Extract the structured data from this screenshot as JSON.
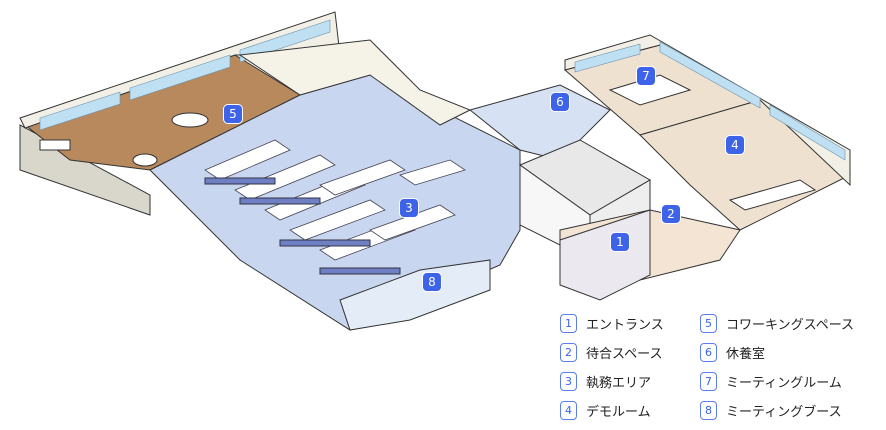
{
  "colors": {
    "badge": "#3d63e8",
    "wood_floor": "#b8895c",
    "office_floor": "#c9d6ef",
    "room_floor": "#efe1d0",
    "wall": "#f2f0e6",
    "window": "#bfe0f3"
  },
  "areas": [
    {
      "num": "1",
      "label": "エントランス"
    },
    {
      "num": "2",
      "label": "待合スペース"
    },
    {
      "num": "3",
      "label": "執務エリア"
    },
    {
      "num": "4",
      "label": "デモルーム"
    },
    {
      "num": "5",
      "label": "コワーキングスペース"
    },
    {
      "num": "6",
      "label": "休養室"
    },
    {
      "num": "7",
      "label": "ミーティングルーム"
    },
    {
      "num": "8",
      "label": "ミーティングブース"
    }
  ]
}
